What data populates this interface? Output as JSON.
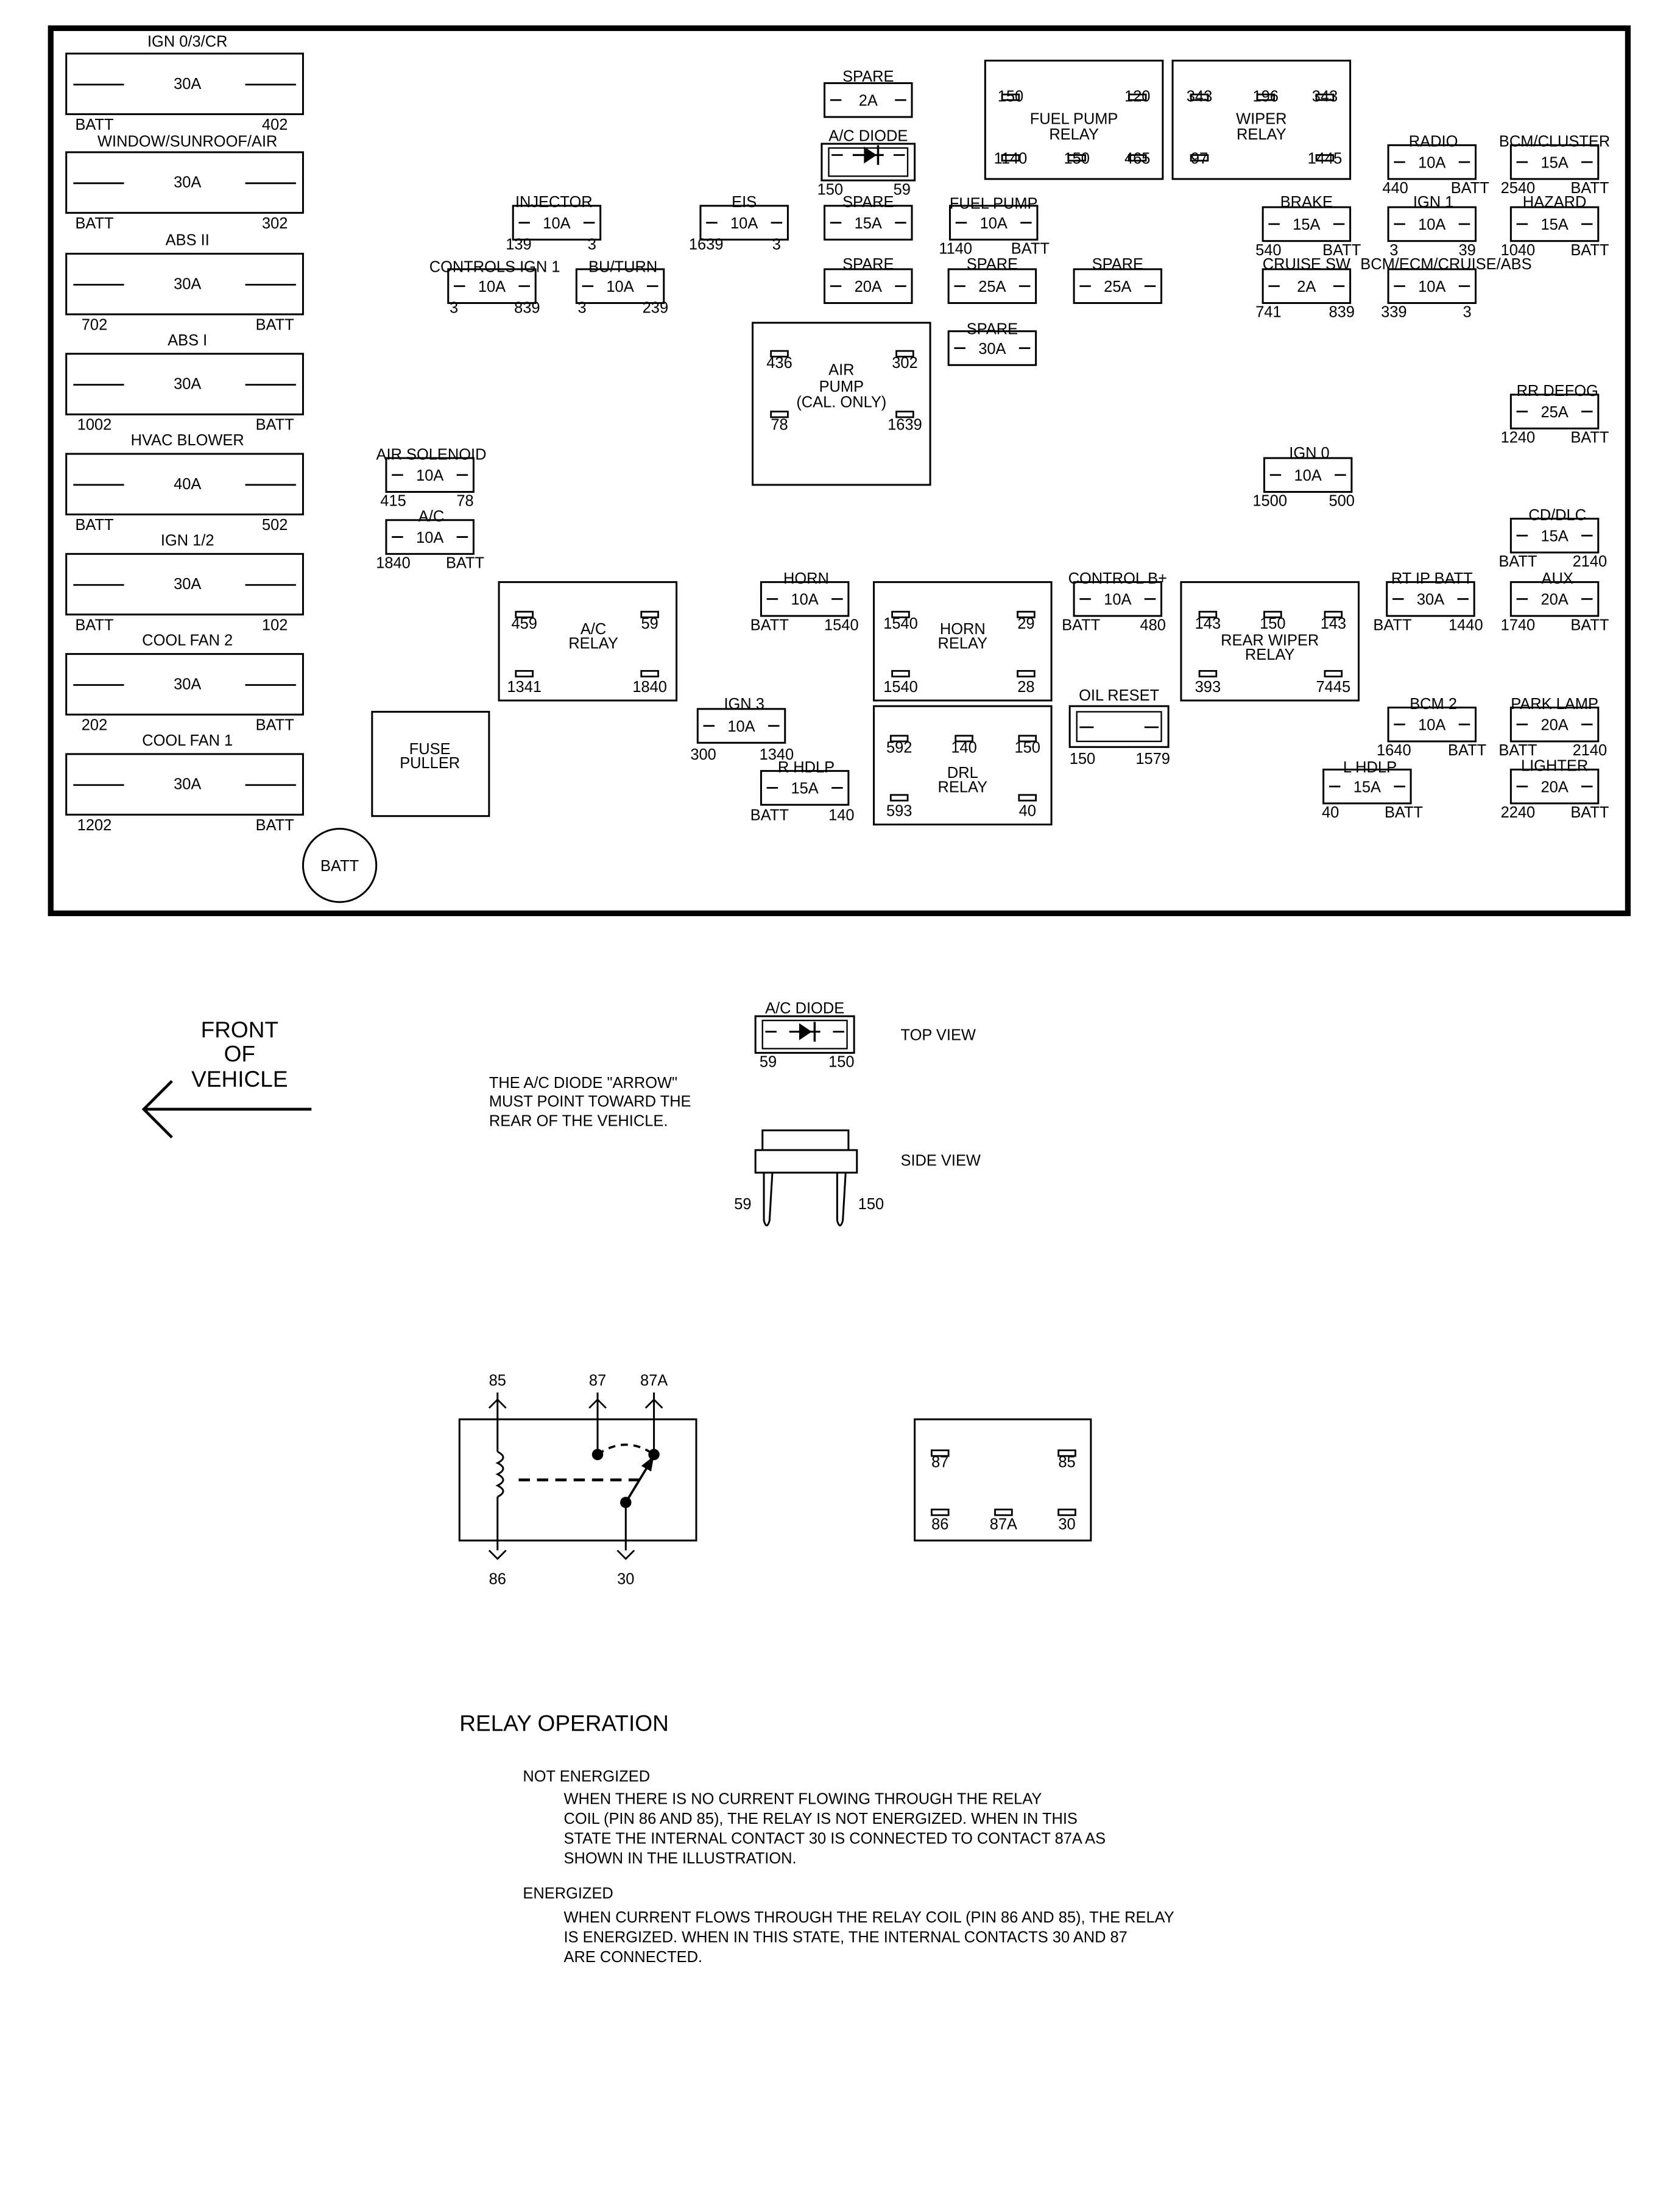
{
  "fuse_block": {
    "maxi_fuses": [
      {
        "name": "IGN 0/3/CR",
        "rating": "30A",
        "left": "BATT",
        "right": "402"
      },
      {
        "name": "WINDOW/SUNROOF/AIR",
        "rating": "30A",
        "left": "BATT",
        "right": "302"
      },
      {
        "name": "ABS II",
        "rating": "30A",
        "left": "702",
        "right": "BATT"
      },
      {
        "name": "ABS I",
        "rating": "30A",
        "left": "1002",
        "right": "BATT"
      },
      {
        "name": "HVAC BLOWER",
        "rating": "40A",
        "left": "BATT",
        "right": "502"
      },
      {
        "name": "IGN 1/2",
        "rating": "30A",
        "left": "BATT",
        "right": "102"
      },
      {
        "name": "COOL FAN 2",
        "rating": "30A",
        "left": "202",
        "right": "BATT"
      },
      {
        "name": "COOL FAN 1",
        "rating": "30A",
        "left": "1202",
        "right": "BATT"
      }
    ],
    "mini_fuses": [
      {
        "name": "SPARE",
        "rating": "2A",
        "left": "",
        "right": ""
      },
      {
        "name": "INJECTOR",
        "rating": "10A",
        "left": "139",
        "right": "3"
      },
      {
        "name": "EIS",
        "rating": "10A",
        "left": "1639",
        "right": "3"
      },
      {
        "name": "SPARE",
        "rating": "15A",
        "left": "",
        "right": ""
      },
      {
        "name": "FUEL PUMP",
        "rating": "10A",
        "left": "1140",
        "right": "BATT"
      },
      {
        "name": "CONTROLS IGN 1",
        "rating": "10A",
        "left": "3",
        "right": "839"
      },
      {
        "name": "BU/TURN",
        "rating": "10A",
        "left": "3",
        "right": "239"
      },
      {
        "name": "SPARE",
        "rating": "20A",
        "left": "",
        "right": ""
      },
      {
        "name": "SPARE",
        "rating": "25A",
        "left": "",
        "right": ""
      },
      {
        "name": "SPARE",
        "rating": "25A",
        "left": "",
        "right": ""
      },
      {
        "name": "SPARE",
        "rating": "30A",
        "left": "",
        "right": ""
      },
      {
        "name": "RADIO",
        "rating": "10A",
        "left": "440",
        "right": "BATT"
      },
      {
        "name": "BCM/CLUSTER",
        "rating": "15A",
        "left": "2540",
        "right": "BATT"
      },
      {
        "name": "BRAKE",
        "rating": "15A",
        "left": "540",
        "right": "BATT"
      },
      {
        "name": "IGN 1",
        "rating": "10A",
        "left": "3",
        "right": "39"
      },
      {
        "name": "HAZARD",
        "rating": "15A",
        "left": "1040",
        "right": "BATT"
      },
      {
        "name": "CRUISE SW",
        "rating": "2A",
        "left": "741",
        "right": "839"
      },
      {
        "name": "BCM/ECM/CRUISE/ABS",
        "rating": "10A",
        "left": "339",
        "right": "3"
      },
      {
        "name": "RR DEFOG",
        "rating": "25A",
        "left": "1240",
        "right": "BATT"
      },
      {
        "name": "AIR SOLENOID",
        "rating": "10A",
        "left": "415",
        "right": "78"
      },
      {
        "name": "A/C",
        "rating": "10A",
        "left": "1840",
        "right": "BATT"
      },
      {
        "name": "IGN 0",
        "rating": "10A",
        "left": "1500",
        "right": "500"
      },
      {
        "name": "CD/DLC",
        "rating": "15A",
        "left": "BATT",
        "right": "2140"
      },
      {
        "name": "HORN",
        "rating": "10A",
        "left": "BATT",
        "right": "1540"
      },
      {
        "name": "CONTROL B+",
        "rating": "10A",
        "left": "BATT",
        "right": "480"
      },
      {
        "name": "RT IP BATT",
        "rating": "30A",
        "left": "BATT",
        "right": "1440"
      },
      {
        "name": "AUX",
        "rating": "20A",
        "left": "1740",
        "right": "BATT"
      },
      {
        "name": "IGN 3",
        "rating": "10A",
        "left": "300",
        "right": "1340"
      },
      {
        "name": "BCM 2",
        "rating": "10A",
        "left": "1640",
        "right": "BATT"
      },
      {
        "name": "PARK LAMP",
        "rating": "20A",
        "left": "BATT",
        "right": "2140"
      },
      {
        "name": "R HDLP",
        "rating": "15A",
        "left": "BATT",
        "right": "140"
      },
      {
        "name": "L HDLP",
        "rating": "15A",
        "left": "40",
        "right": "BATT"
      },
      {
        "name": "LIGHTER",
        "rating": "20A",
        "left": "2240",
        "right": "BATT"
      }
    ],
    "relays": [
      {
        "name": [
          "FUEL PUMP",
          "RELAY"
        ],
        "pins": [
          "150",
          "120",
          "1140",
          "150",
          "465"
        ]
      },
      {
        "name": [
          "WIPER",
          "RELAY"
        ],
        "pins": [
          "343",
          "196",
          "343",
          "97",
          "1445"
        ]
      },
      {
        "name": [
          "AIR",
          "PUMP",
          "(CAL. ONLY)"
        ],
        "pins": [
          "436",
          "302",
          "78",
          "1639"
        ]
      },
      {
        "name": [
          "A/C",
          "RELAY"
        ],
        "pins": [
          "459",
          "59",
          "1341",
          "1840"
        ]
      },
      {
        "name": [
          "HORN",
          "RELAY"
        ],
        "pins": [
          "1540",
          "29",
          "1540",
          "28"
        ]
      },
      {
        "name": [
          "REAR WIPER",
          "RELAY"
        ],
        "pins": [
          "143",
          "150",
          "143",
          "393",
          "7445"
        ]
      },
      {
        "name": [
          "DRL",
          "RELAY"
        ],
        "pins": [
          "592",
          "140",
          "150",
          "593",
          "40"
        ]
      },
      {
        "name": [],
        "pins": [
          "87",
          "85",
          "86",
          "87A",
          "30"
        ]
      }
    ],
    "fuse_puller": [
      "FUSE",
      "PULLER"
    ],
    "batt_terminal": "BATT",
    "oil_reset": {
      "name": "OIL RESET",
      "left": "150",
      "right": "1579"
    },
    "ac_diode": {
      "name": "A/C DIODE",
      "left": "150",
      "right": "59"
    }
  },
  "notes": {
    "front": [
      "FRONT",
      "OF",
      "VEHICLE"
    ],
    "diode_note": [
      "THE A/C DIODE \"ARROW\"",
      "MUST POINT TOWARD THE",
      "REAR OF THE VEHICLE."
    ],
    "top_view": "TOP VIEW",
    "side_view": "SIDE VIEW",
    "top_view_diode": {
      "name": "A/C DIODE",
      "left": "59",
      "right": "150"
    },
    "side_view_diode": {
      "left": "59",
      "right": "150"
    },
    "relay_operation": {
      "heading": "RELAY OPERATION",
      "not_energized": {
        "heading": "NOT ENERGIZED",
        "lines": [
          "WHEN THERE IS NO CURRENT FLOWING THROUGH THE RELAY",
          "COIL (PIN 86 AND 85), THE RELAY IS NOT ENERGIZED.  WHEN IN THIS",
          "STATE THE INTERNAL CONTACT 30 IS CONNECTED TO CONTACT 87A AS",
          "SHOWN IN THE ILLUSTRATION."
        ]
      },
      "energized": {
        "heading": "ENERGIZED",
        "lines": [
          "WHEN CURRENT FLOWS THROUGH THE RELAY COIL (PIN 86 AND 85), THE RELAY",
          "IS ENERGIZED.  WHEN IN THIS STATE, THE INTERNAL CONTACTS 30 AND 87",
          "ARE CONNECTED."
        ]
      }
    }
  },
  "relay_schematic": {
    "pins": [
      "85",
      "87",
      "87A",
      "86",
      "30"
    ]
  }
}
